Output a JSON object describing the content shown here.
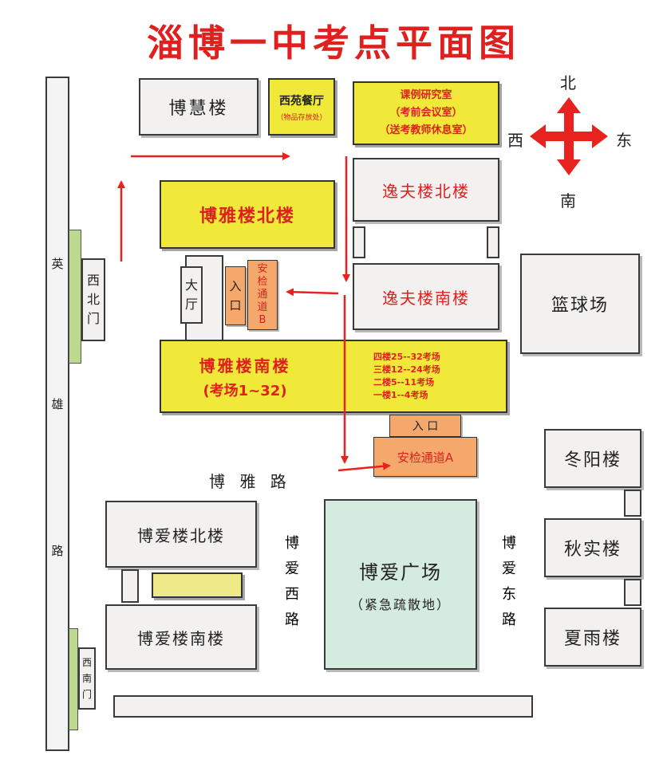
{
  "title": "淄博一中考点平面图",
  "compass": {
    "north": "北",
    "south": "南",
    "east": "东",
    "west": "西"
  },
  "roads": {
    "yingxiong": [
      "英",
      "雄",
      "路"
    ],
    "boya": "博 雅 路",
    "boai_west": [
      "博",
      "爱",
      "西",
      "路"
    ],
    "boai_east": [
      "博",
      "爱",
      "东",
      "路"
    ]
  },
  "gates": {
    "northwest": [
      "西",
      "北",
      "门"
    ],
    "southwest": [
      "西",
      "南",
      "门"
    ]
  },
  "buildings": {
    "bohui": "博慧楼",
    "canteen": {
      "name": "西苑餐厅",
      "note": "（物品存放处）"
    },
    "research": {
      "line1": "课例研究室",
      "line2": "（考前会议室）",
      "line3": "（送考教师休息室）"
    },
    "yifu_north": "逸夫楼北楼",
    "yifu_south": "逸夫楼南楼",
    "basketball": "篮球场",
    "boya_north": "博雅楼北楼",
    "hall": [
      "大",
      "厅"
    ],
    "entrance_b": [
      "入",
      "口"
    ],
    "security_b": [
      "安",
      "检",
      "通",
      "道",
      "B"
    ],
    "boya_south": {
      "name": "博雅楼南楼",
      "rooms": "(考场1~32)"
    },
    "floors": [
      "四楼25--32考场",
      "三楼12--24考场",
      "二楼5--11考场",
      "一楼1--4考场"
    ],
    "entrance_a": "入 口",
    "security_a": "安检通道A",
    "dongyang": "冬阳楼",
    "qiushi": "秋实楼",
    "xiayu": "夏雨楼",
    "boai_north": "博爱楼北楼",
    "boai_south": "博爱楼南楼",
    "plaza": {
      "name": "博爱广场",
      "note": "（紧急疏散地）"
    }
  },
  "colors": {
    "title_red": "#e0201e",
    "arrow_red": "#e8221e",
    "yellow": "#f1e93a",
    "orange": "#f4a86c",
    "green": "#bcd98d",
    "plaza": "#d4ebe0"
  }
}
